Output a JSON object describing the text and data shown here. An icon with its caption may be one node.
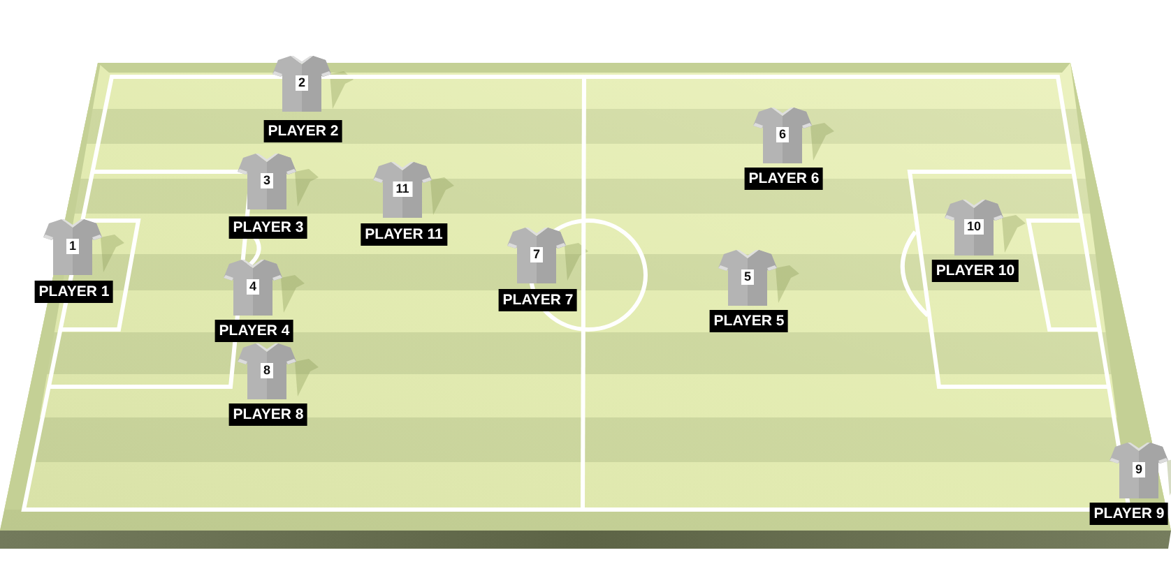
{
  "diagram": {
    "nodes": [
      {
        "text": [
          "1"
        ],
        "beside": [
          "PLAYER 1"
        ]
      },
      {
        "text": [
          "2"
        ],
        "beside": [
          "PLAYER 2"
        ]
      },
      {
        "text": [
          "3"
        ],
        "beside": [
          "PLAYER 3"
        ]
      },
      {
        "text": [
          "4"
        ],
        "beside": [
          "PLAYER 4"
        ]
      },
      {
        "text": [
          "5"
        ],
        "beside": [
          "PLAYER 5"
        ]
      },
      {
        "text": [
          "6"
        ],
        "beside": [
          "PLAYER 6"
        ]
      },
      {
        "text": [
          "7"
        ],
        "beside": [
          "PLAYER 7"
        ]
      },
      {
        "text": [
          "8"
        ],
        "beside": [
          "PLAYER 8"
        ]
      },
      {
        "text": [
          "9"
        ],
        "beside": [
          "PLAYER 9"
        ]
      },
      {
        "text": [
          "10"
        ],
        "beside": [
          "PLAYER 10"
        ]
      },
      {
        "text": [
          "11"
        ],
        "beside": [
          "PLAYER 11"
        ]
      }
    ]
  }
}
